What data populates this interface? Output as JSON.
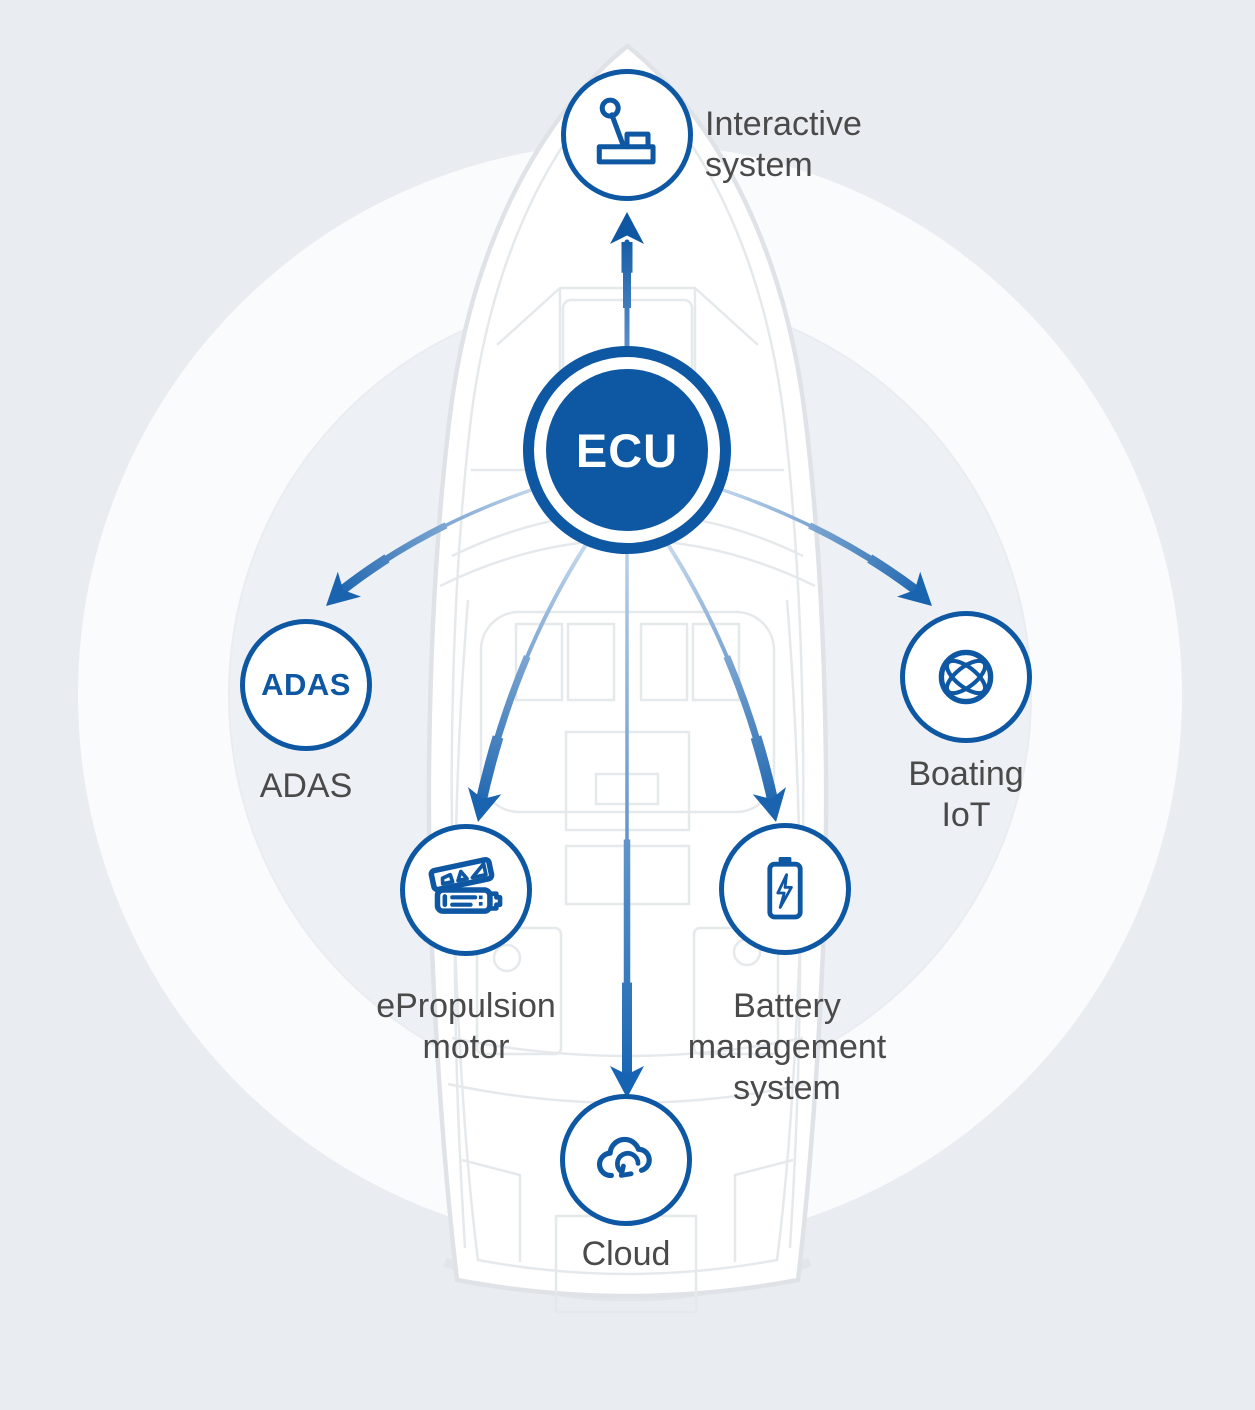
{
  "diagram": {
    "title_context": "ECU connectivity diagram",
    "hub": {
      "label": "ECU"
    },
    "nodes": {
      "interactive": {
        "label_lines": [
          "Interactive",
          "system"
        ],
        "icon": "throttle-lever-icon"
      },
      "adas": {
        "badge": "ADAS",
        "label_lines": [
          "ADAS"
        ]
      },
      "iot": {
        "label_lines": [
          "Boating",
          "IoT"
        ],
        "icon": "globe-icon"
      },
      "motor": {
        "label_lines": [
          "ePropulsion",
          "motor"
        ],
        "icon": "motor-icon"
      },
      "battery": {
        "label_lines": [
          "Battery",
          "management",
          "system"
        ],
        "icon": "battery-charge-icon"
      },
      "cloud": {
        "label_lines": [
          "Cloud"
        ],
        "icon": "cloud-sync-icon"
      }
    },
    "colors": {
      "primary_blue": "#0d57a3",
      "arrow_dark": "#1a63ae",
      "arrow_light": "#c8daee",
      "label_gray": "#4a4a4a",
      "background": "#e9edf1",
      "ring_white": "#fafbfd",
      "inner_disc": "#edf0f4",
      "boat_line": "#e4e7ea"
    }
  }
}
